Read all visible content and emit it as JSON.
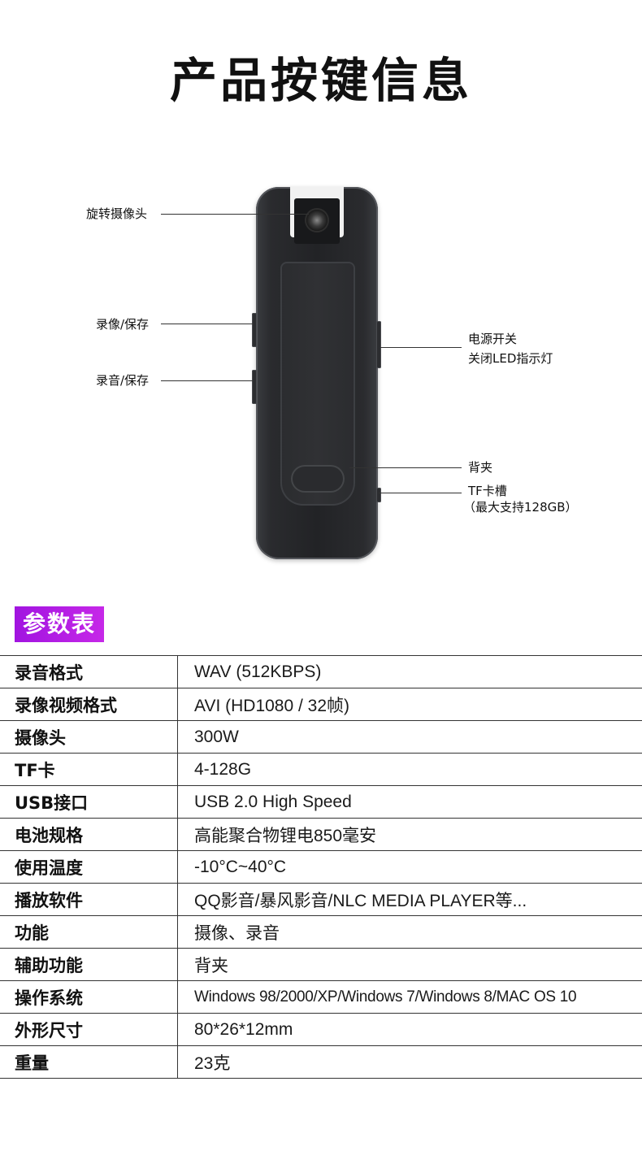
{
  "title": "产品按键信息",
  "diagram": {
    "labels": {
      "rotating_camera": "旋转摄像头",
      "record_video_save": "录像/保存",
      "record_audio_save": "录音/保存",
      "power_switch_line1": "电源开关",
      "power_switch_line2": "关闭LED指示灯",
      "back_clip": "背夹",
      "tf_slot_line1": "TF卡槽",
      "tf_slot_line2": "（最大支持128GB）"
    }
  },
  "specs": {
    "heading": "参数表",
    "rows": [
      {
        "key": "录音格式",
        "value": "WAV (512KBPS)"
      },
      {
        "key": "录像视频格式",
        "value": "AVI (HD1080 / 32帧)"
      },
      {
        "key": "摄像头",
        "value": "300W"
      },
      {
        "key": "TF卡",
        "value": "4-128G"
      },
      {
        "key": "USB接口",
        "value": "USB 2.0 High Speed"
      },
      {
        "key": "电池规格",
        "value": "高能聚合物锂电850毫安"
      },
      {
        "key": "使用温度",
        "value": "-10°C~40°C"
      },
      {
        "key": "播放软件",
        "value": "QQ影音/暴风影音/NLC MEDIA PLAYER等..."
      },
      {
        "key": "功能",
        "value": "摄像、录音"
      },
      {
        "key": "辅助功能",
        "value": "背夹"
      },
      {
        "key": "操作系统",
        "value": "Windows 98/2000/XP/Windows 7/Windows 8/MAC OS 10"
      },
      {
        "key": "外形尺寸",
        "value": "80*26*12mm"
      },
      {
        "key": "重量",
        "value": "23克"
      }
    ]
  },
  "colors": {
    "badge": "#b01de6",
    "device_body": "#222326"
  }
}
